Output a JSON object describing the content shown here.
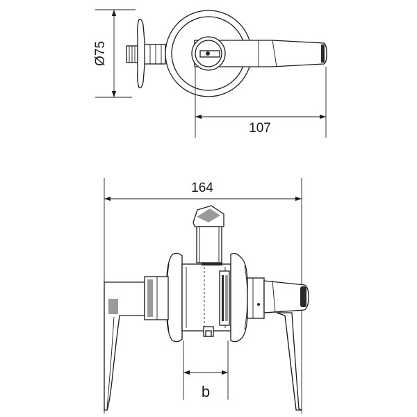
{
  "dimensions": {
    "diameter": "Ø75",
    "length_top": "107",
    "width_bottom": "164",
    "backset": "b"
  },
  "colors": {
    "line": "#1a1a1a",
    "shade": "#9a9a9a",
    "background": "#ffffff"
  }
}
